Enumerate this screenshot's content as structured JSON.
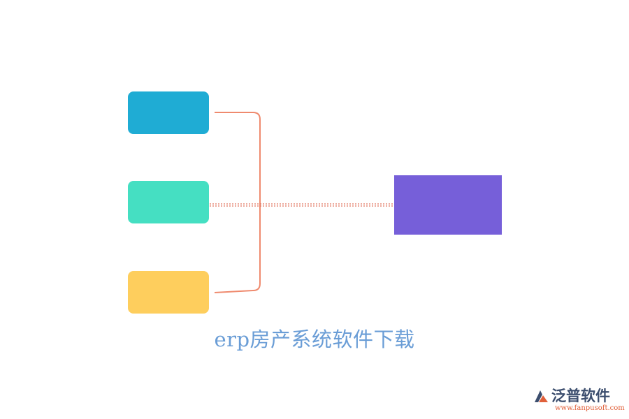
{
  "diagram": {
    "caption": "erp房产系统软件下载",
    "left_boxes": [
      {
        "name": "left-box-top",
        "color": "#1FACD4"
      },
      {
        "name": "left-box-middle",
        "color": "#45DFC2"
      },
      {
        "name": "left-box-bottom",
        "color": "#FECE5D"
      }
    ],
    "right_box": {
      "color": "#765FD9"
    },
    "connector_color": "#EF8A6E",
    "dotted_connector_color": "#E0705A",
    "caption_color": "#6A9DD6"
  },
  "watermark": {
    "brand": "泛普软件",
    "url": "www.fanpusoft.com",
    "brand_color": "#3C4E6E",
    "url_color": "#E0603A",
    "icon": "fanpu-logo-icon"
  }
}
